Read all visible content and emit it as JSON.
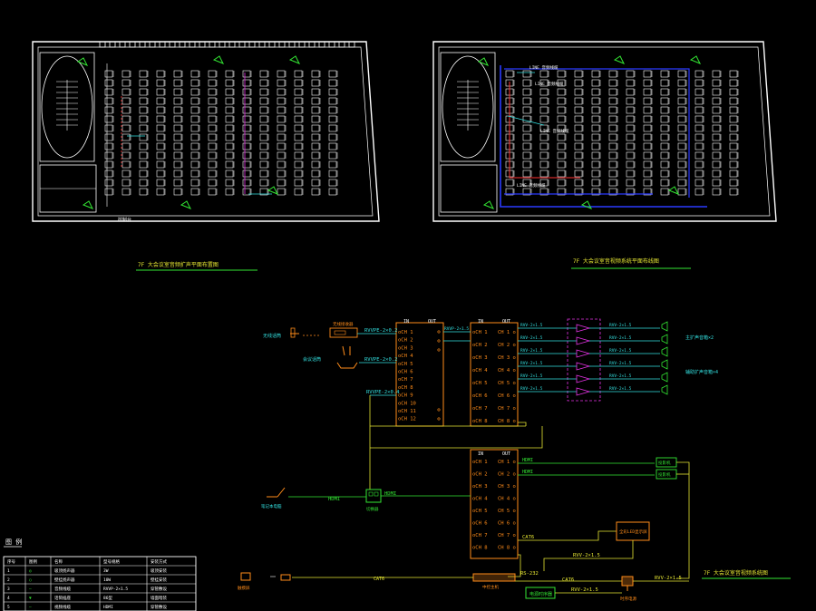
{
  "colors": {
    "background": "#000000",
    "wall": "#ffffff",
    "seat": "#ffffff",
    "cyan": "#33e0e0",
    "yellow": "#e6e633",
    "green": "#33e633",
    "orange": "#ff8c1a",
    "magenta": "#e633e6",
    "red": "#ff3333",
    "blue": "#2b3bff"
  },
  "plans": {
    "left_title": "7F 大会议室音频扩声平面布置图",
    "right_title": "7F 大会议室音视频系统平面布线图",
    "right_labels": [
      "LINE 音频线缆",
      "LINE 音频线缆",
      "LINE 音频线缆",
      "LINE 音频线缆"
    ]
  },
  "schematic": {
    "title": "7F 大会议室音视频系统图",
    "matrix_in_out": [
      "IN",
      "OUT"
    ],
    "mixer_channels": [
      "CH 1",
      "CH 2",
      "CH 3",
      "CH 4",
      "CH 5",
      "CH 6",
      "CH 7",
      "CH 8",
      "CH 9",
      "CH 10",
      "CH 11",
      "CH 12"
    ],
    "processor_channels": [
      "CH 1",
      "CH 2",
      "CH 3",
      "CH 4",
      "CH 5",
      "CH 6",
      "CH 7",
      "CH 8"
    ],
    "video_channels": [
      "CH 1",
      "CH 2",
      "CH 3",
      "CH 4",
      "CH 5",
      "CH 6",
      "CH 7",
      "CH 8"
    ],
    "cable_labels": {
      "mic_cable_1": "RVVPE-2×0.2",
      "mic_cable_2": "RVVPE-2×0.2",
      "mic_cable_3": "RVVPE-2×0.4",
      "hdmi_1": "HDMI",
      "hdmi_2": "HDMI",
      "hdmi_out_1": "HDMI",
      "hdmi_out_2": "HDMI",
      "cat6_1": "CAT6",
      "cat6_2": "CAT6",
      "cat6_3": "CAT6",
      "rs232": "RS-232",
      "rvv_1": "RVV-2×1.5",
      "rvv_2": "RVV-2×1.5",
      "rvv_3": "RVV-2×1.5",
      "speaker_lines": [
        "RVV-2×1.5",
        "RVV-2×1.5",
        "RVV-2×1.5",
        "RVV-2×1.5",
        "RVV-2×1.5",
        "RVV-2×1.5"
      ],
      "amp_outs": [
        "RVV-2×1.5",
        "RVV-2×1.5",
        "RVV-2×1.5",
        "RVV-2×1.5",
        "RVV-2×1.5",
        "RVV-2×1.5"
      ]
    },
    "devices": {
      "wireless_mic": "无线话筒",
      "receiver": "无线接收器",
      "desk_mic": "会议话筒",
      "laptop": "笔记本电脑",
      "switcher": "切换器",
      "led_display": "全彩LED显示屏",
      "projector_1": "投影机",
      "projector_2": "投影机",
      "controller": "中控主机",
      "touch_panel": "触摸屏",
      "power_seq": "电源时序器",
      "power_seq_label": "时序电源",
      "speakers_1": "主扩声音箱×2",
      "speakers_2": "辅助扩声音箱×4"
    }
  },
  "legend": {
    "title": "图 例",
    "headers": [
      "序号",
      "图例",
      "名称",
      "型号规格",
      "安装方式"
    ],
    "rows": [
      [
        "1",
        "◎",
        "吸顶扬声器",
        "3W",
        "吸顶安装"
      ],
      [
        "2",
        "◯",
        "壁挂扬声器",
        "10W",
        "壁挂安装"
      ],
      [
        "3",
        "—",
        "音频线缆",
        "RVVP-2×1.5",
        "穿管敷设"
      ],
      [
        "4",
        "▼",
        "话筒插座",
        "86型",
        "墙面暗装"
      ],
      [
        "5",
        "—",
        "视频线缆",
        "HDMI",
        "穿管敷设"
      ]
    ]
  }
}
